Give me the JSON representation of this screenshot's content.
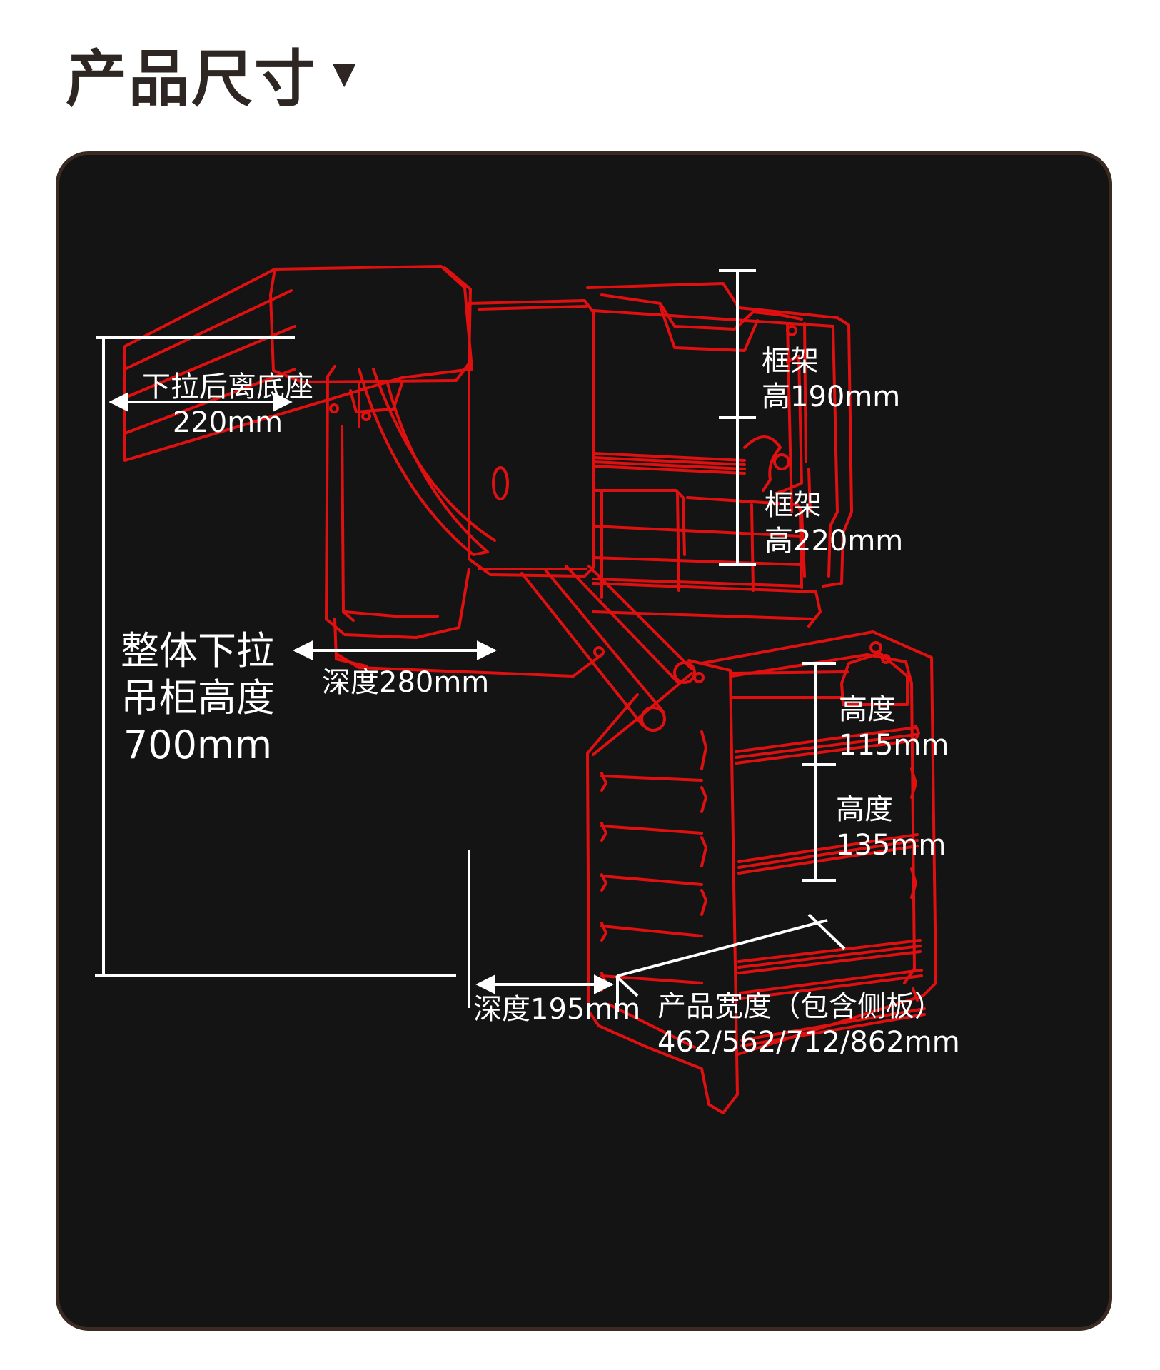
{
  "header": {
    "title": "产品尺寸",
    "caret_icon": "caret-down-icon"
  },
  "colors": {
    "panel_bg": "#141414",
    "line": "#e01010",
    "dimension": "#ffffff",
    "title": "#2e2622"
  },
  "labels": {
    "pulldown_offset_line1": "下拉后离底座",
    "pulldown_offset_line2": "220mm",
    "total_height_line1": "整体下拉",
    "total_height_line2": "吊柜高度",
    "total_height_line3": "700mm",
    "depth_280": "深度280mm",
    "depth_195": "深度195mm",
    "frame_top_line1": "框架",
    "frame_top_line2": "高190mm",
    "frame_mid_line1": "框架",
    "frame_mid_line2": "高220mm",
    "tier_115_line1": "高度",
    "tier_115_line2": "115mm",
    "tier_135_line1": "高度",
    "tier_135_line2": "135mm",
    "width_line1": "产品宽度（包含侧板）",
    "width_line2": "462/562/712/862mm"
  }
}
